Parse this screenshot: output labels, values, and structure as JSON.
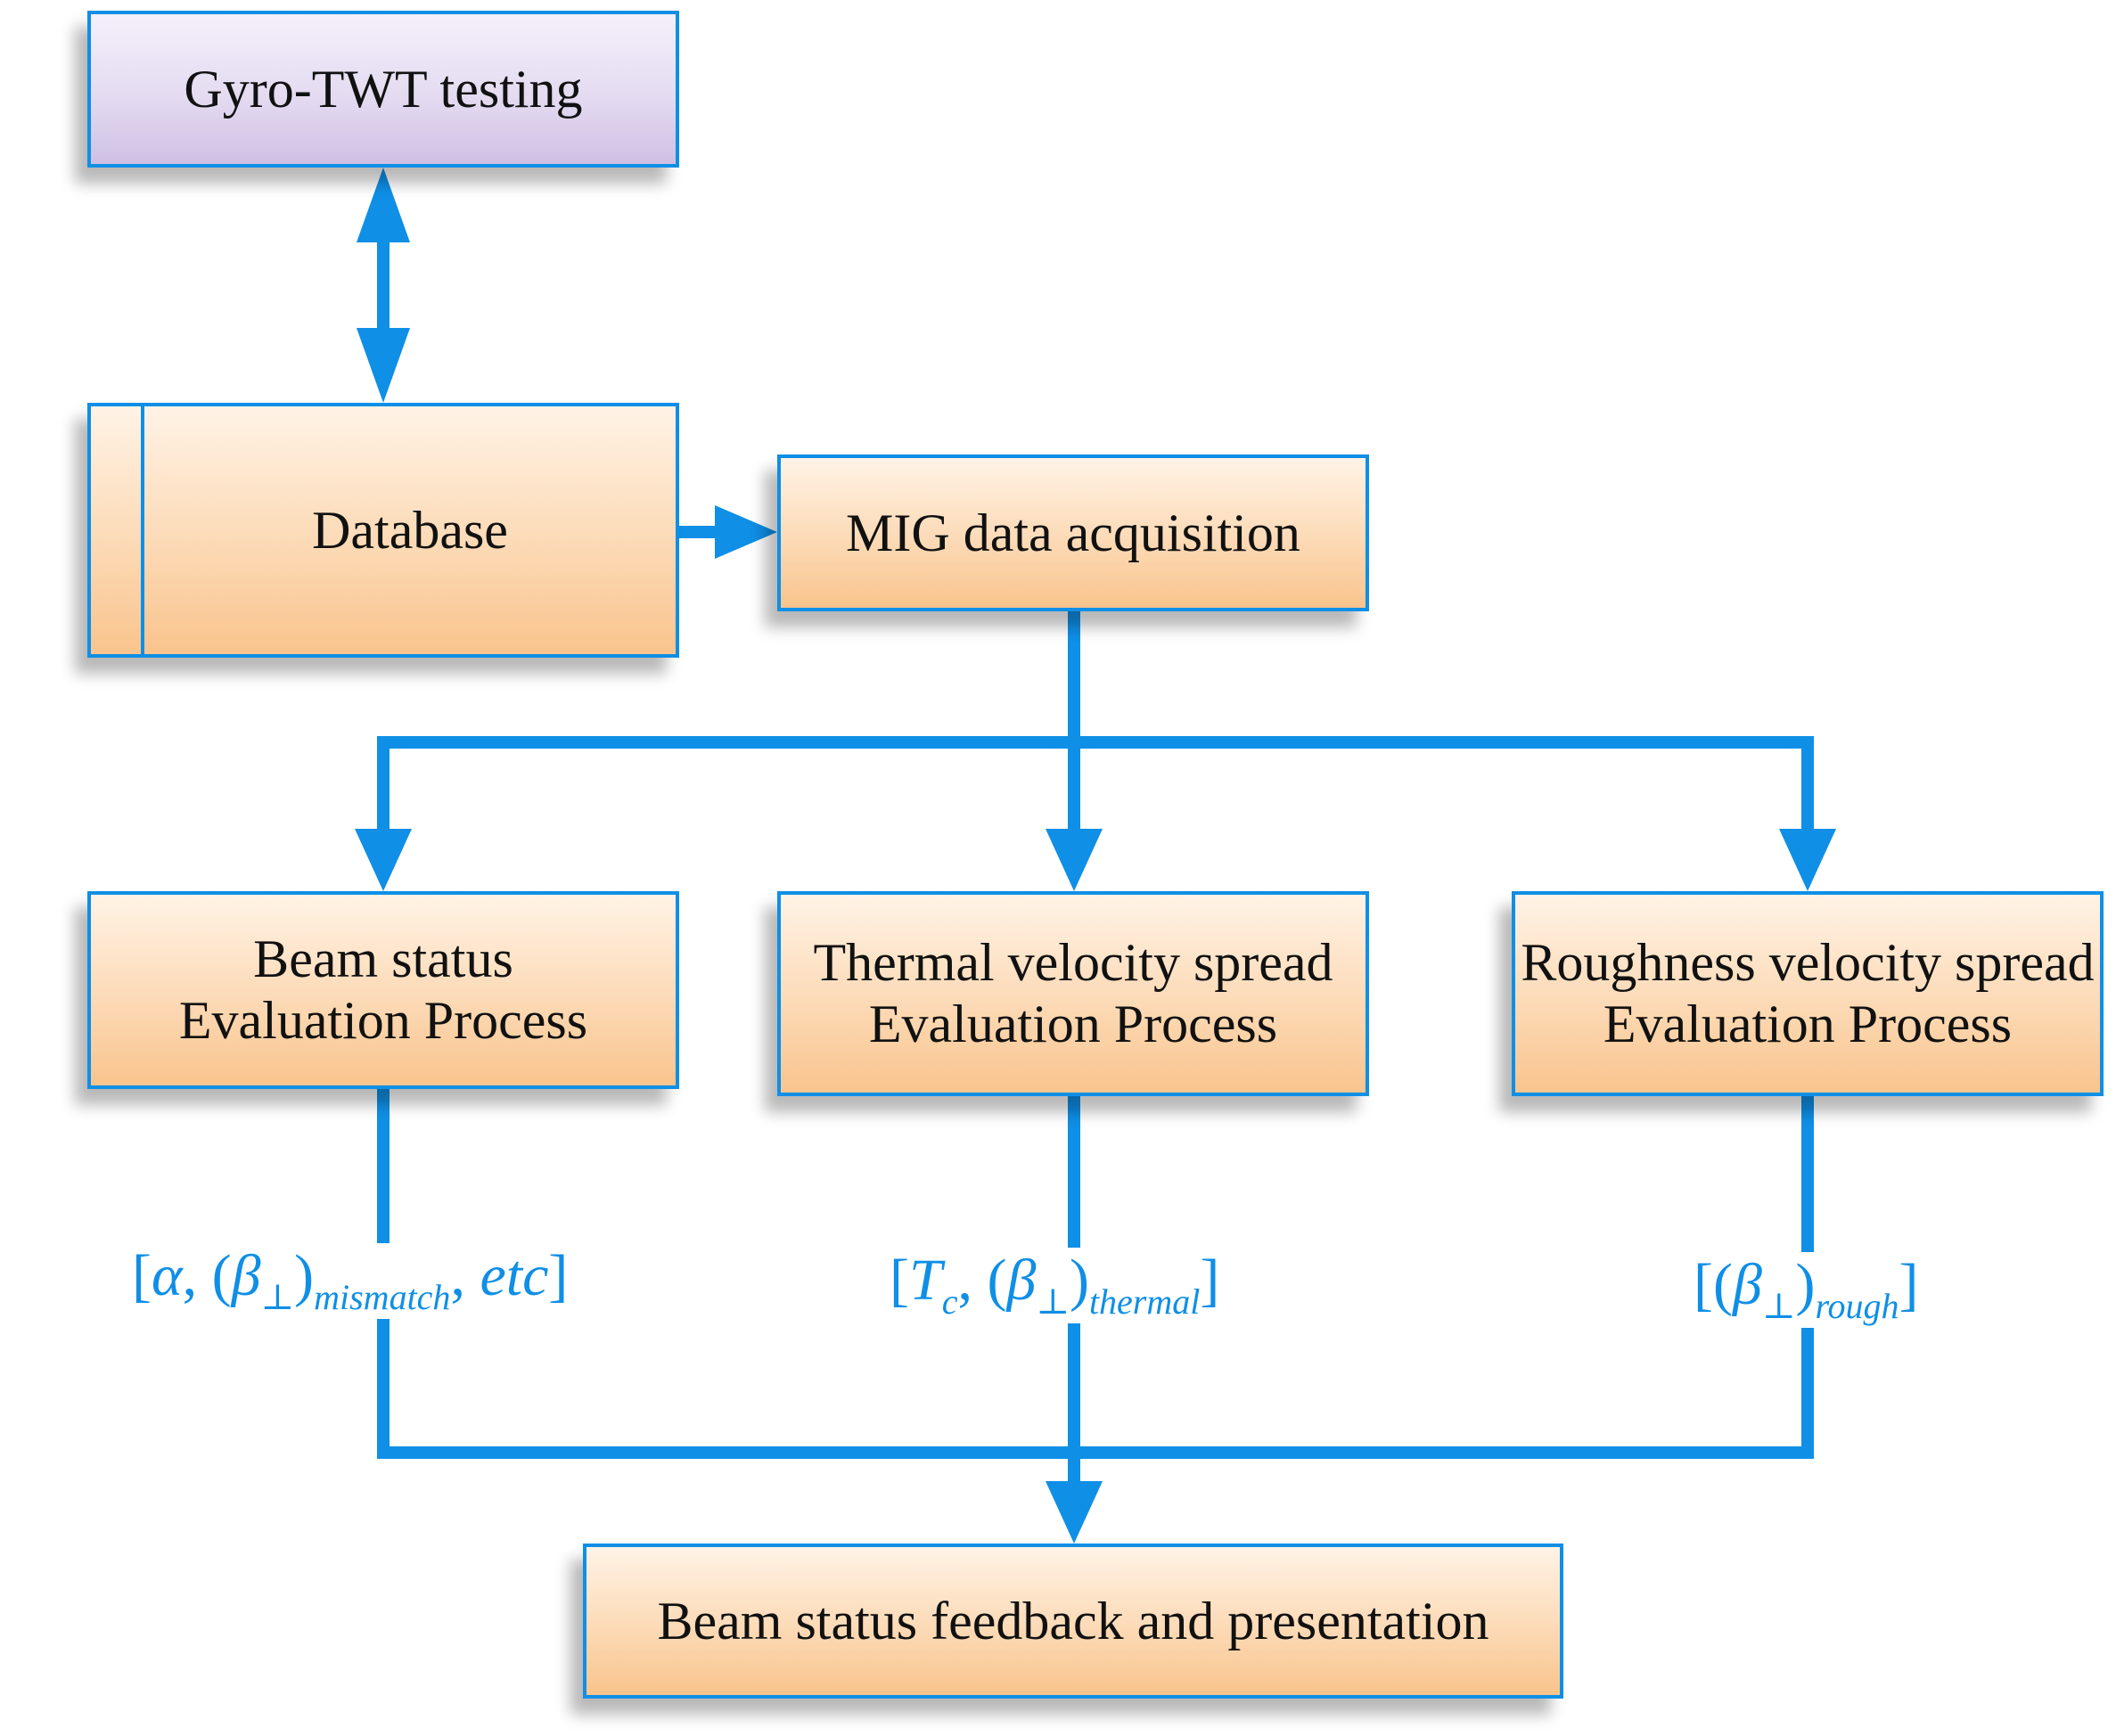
{
  "boxes": {
    "gyro_twt": "Gyro-TWT testing",
    "database": "Database",
    "mig": "MIG data acquisition",
    "beam_status": [
      "Beam status",
      "Evaluation Process"
    ],
    "thermal": [
      "Thermal velocity spread",
      "Evaluation Process"
    ],
    "roughness": [
      "Roughness velocity spread",
      "Evaluation Process"
    ],
    "feedback": "Beam status feedback and presentation"
  },
  "formulas": {
    "beam": {
      "open": "[",
      "alpha": "α",
      "comma1": ", (",
      "beta": "β",
      "perp": "⊥",
      "close_paren": ")",
      "sub": "mismatch",
      "comma2": ", ",
      "etc": "etc",
      "close": "]"
    },
    "thermal": {
      "open": "[",
      "t": "T",
      "t_sub": "c",
      "comma1": ", (",
      "beta": "β",
      "perp": "⊥",
      "close_paren": ")",
      "sub": "thermal",
      "close": "]"
    },
    "rough": {
      "open": "[(",
      "beta": "β",
      "perp": "⊥",
      "close_paren": ")",
      "sub": "rough",
      "close": "]"
    }
  },
  "colors": {
    "accent": "#0f8fe6",
    "box_orange": "#fcdab6",
    "box_purple": "#e4dbf1",
    "text": "#111111"
  }
}
